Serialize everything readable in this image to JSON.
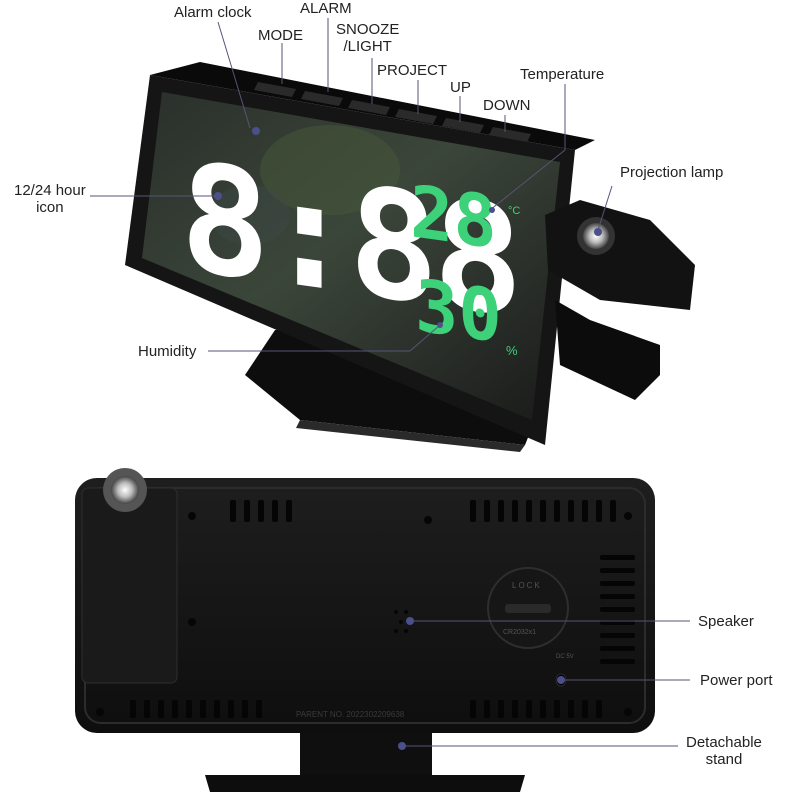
{
  "front_labels": {
    "alarm_clock": "Alarm clock",
    "alarm": "ALARM",
    "mode": "MODE",
    "snooze_light": "SNOOZE\n/LIGHT",
    "project": "PROJECT",
    "up": "UP",
    "down": "DOWN",
    "temperature": "Temperature",
    "projection_lamp": "Projection lamp",
    "hour_icon": "12/24 hour\nicon",
    "humidity": "Humidity"
  },
  "back_labels": {
    "speaker": "Speaker",
    "power_port": "Power port",
    "stand": "Detachable\nstand"
  },
  "display": {
    "time": "8:88",
    "temperature_value": "28",
    "temperature_unit": "°C",
    "humidity_value": "30",
    "humidity_unit": "%"
  },
  "device_text": {
    "button_labels": [
      "MODE",
      "ALARM",
      "SNOOZE",
      "PROJECT",
      "UP",
      "DOWN"
    ],
    "lock_text": "LOCK",
    "battery_text": "CR2032x1",
    "dc_text": "DC 5V",
    "parent_no": "PARENT NO. 2022302209638"
  },
  "colors": {
    "body": "#111111",
    "time_digits": "#ffffff",
    "sensor_digits": "#3dd17a",
    "label_text": "#222222",
    "leader_line": "#555577",
    "marker_dot": "#4b4f8c"
  }
}
